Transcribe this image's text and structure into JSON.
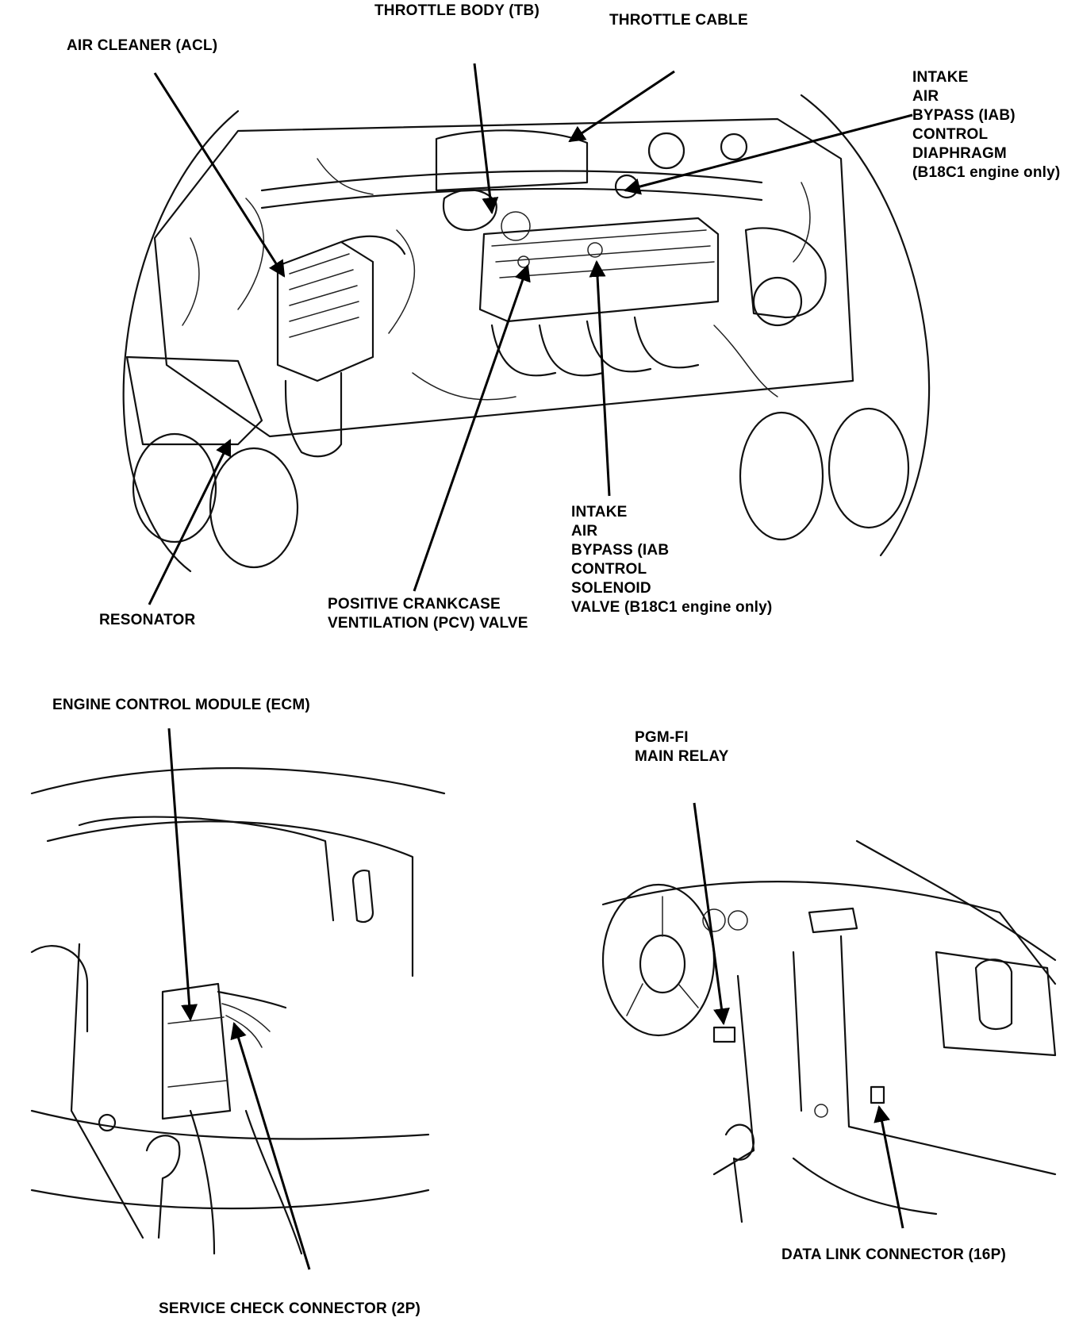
{
  "labels": {
    "throttle_body": "THROTTLE BODY (TB)",
    "throttle_cable": "THROTTLE CABLE",
    "air_cleaner": "AIR CLEANER (ACL)",
    "iab_diaphragm": "INTAKE\nAIR\nBYPASS (IAB)\nCONTROL\nDIAPHRAGM\n(B18C1 engine only)",
    "iab_solenoid": "INTAKE\nAIR\nBYPASS (IAB\nCONTROL\nSOLENOID\nVALVE (B18C1 engine only)",
    "resonator": "RESONATOR",
    "pcv_valve": "POSITIVE CRANKCASE\nVENTILATION (PCV) VALVE",
    "ecm": "ENGINE CONTROL MODULE (ECM)",
    "pgm_fi_relay": "PGM-FI\nMAIN RELAY",
    "service_check": "SERVICE CHECK CONNECTOR (2P)",
    "data_link": "DATA LINK CONNECTOR (16P)"
  },
  "icons": {
    "engine_bay": "engine-bay-icon",
    "dashboard_left": "dashboard-left-icon",
    "dashboard_right": "dashboard-right-icon"
  },
  "colors": {
    "ink": "#000000",
    "paper": "#ffffff"
  }
}
